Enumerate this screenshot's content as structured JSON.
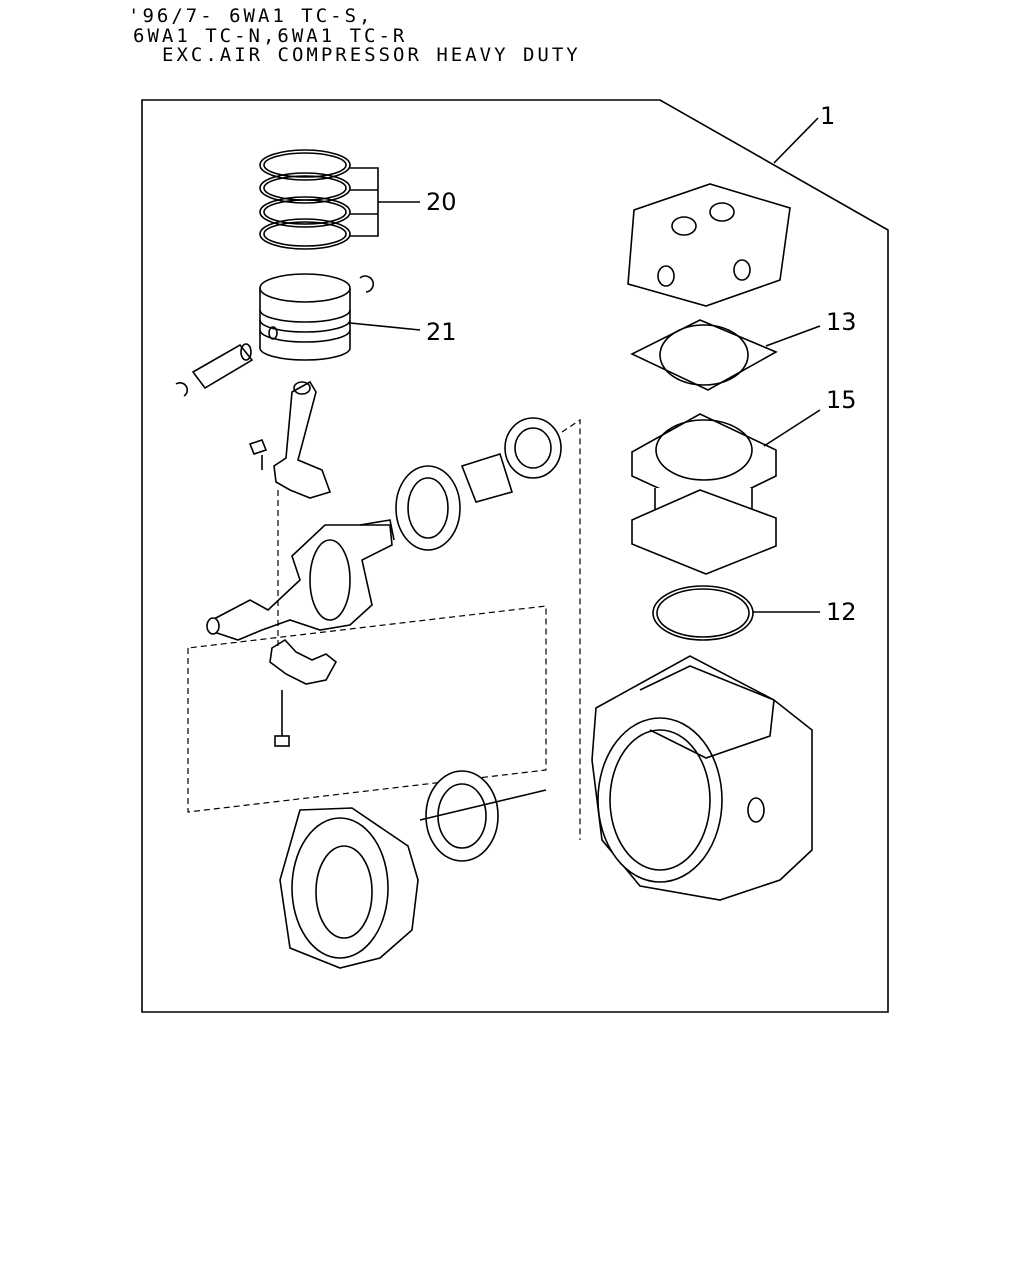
{
  "header": {
    "line1": "'96/7- 6WA1 TC-S,",
    "line2": "6WA1 TC-N,6WA1 TC-R",
    "line3": "EXC.AIR COMPRESSOR HEAVY DUTY"
  },
  "callouts": {
    "assembly": "1",
    "piston_rings": "20",
    "piston": "21",
    "head_gasket": "13",
    "cylinder": "15",
    "o_ring": "12"
  }
}
